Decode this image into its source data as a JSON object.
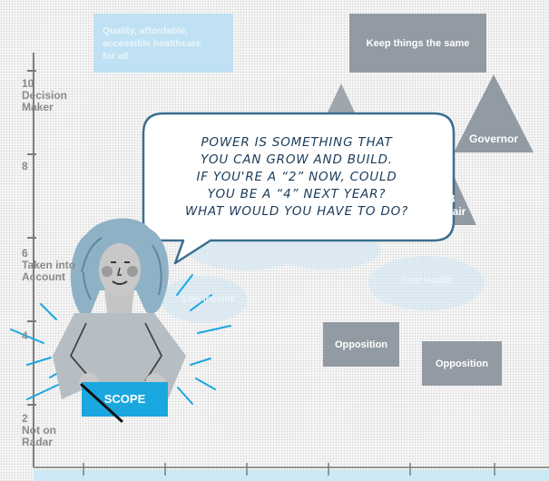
{
  "y_axis": {
    "ticks": [
      {
        "value": "10",
        "label": "Decision Maker"
      },
      {
        "value": "8",
        "label": ""
      },
      {
        "value": "6",
        "label": "Taken into Account"
      },
      {
        "value": "4",
        "label": ""
      },
      {
        "value": "2",
        "label": "Not on Radar"
      }
    ],
    "tick_10_num": "10",
    "tick_10_text_1": "Decision",
    "tick_10_text_2": "Maker",
    "tick_8_num": "8",
    "tick_6_num": "6",
    "tick_6_text_1": "Taken into",
    "tick_6_text_2": "Account",
    "tick_4_num": "4",
    "tick_2_num": "2",
    "tick_2_text_1": "Not on",
    "tick_2_text_2": "Radar"
  },
  "goals": {
    "healthcare_line1": "Quality, affordable,",
    "healthcare_line2": "accessible healthcare",
    "healthcare_line3": "for all",
    "keep_same": "Keep things the same"
  },
  "triangles": {
    "governor": "Governor",
    "wib_line1": "WIB",
    "wib_line2": "co-chair"
  },
  "clouds": {
    "poor_health": "Poor Health",
    "left_cloud": "Low income"
  },
  "boxes": {
    "opposition_1": "Opposition",
    "opposition_2": "Opposition",
    "scope": "SCOPE"
  },
  "speech_bubble": {
    "line1": "Power is something that",
    "line2": "you can grow and build.",
    "line3": "If you're a “2” now, could",
    "line4": "you be a “4” next year?",
    "line5": "What would you have to do?"
  },
  "colors": {
    "accent_blue": "#1aa7e0",
    "gray_box": "#929ba3",
    "bubble_border": "#3b6e8f"
  }
}
